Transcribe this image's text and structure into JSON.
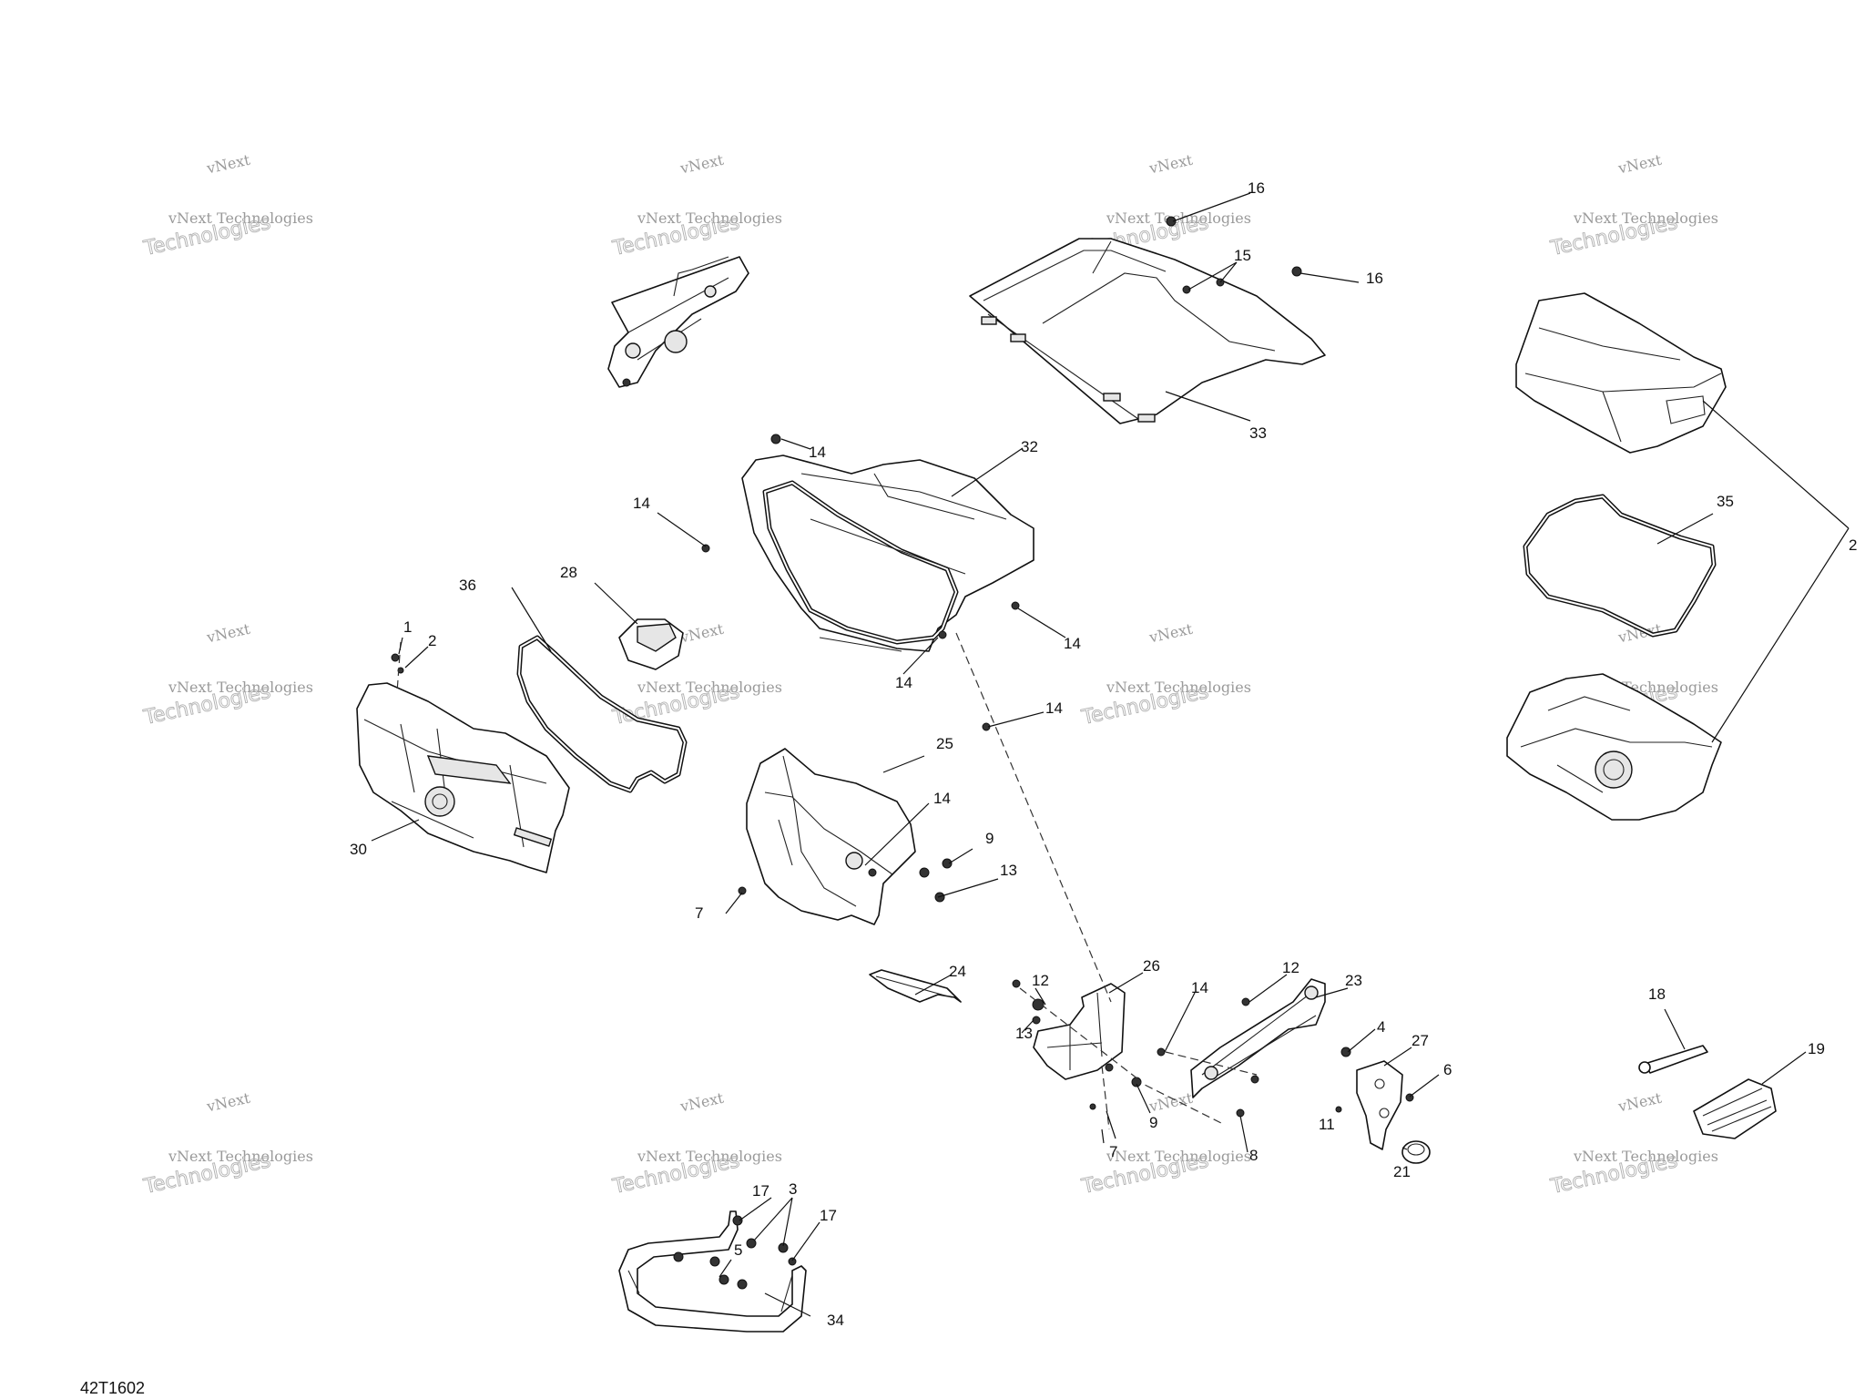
{
  "diagram_code": "42T1602",
  "watermark": {
    "line1": "vNext",
    "line2": "vNext Technologies",
    "line3": "Technologies"
  },
  "callouts": [
    "1",
    "2",
    "2",
    "3",
    "4",
    "5",
    "6",
    "7",
    "7",
    "8",
    "9",
    "9",
    "11",
    "12",
    "12",
    "13",
    "13",
    "14",
    "14",
    "14",
    "14",
    "14",
    "14",
    "14",
    "15",
    "16",
    "16",
    "17",
    "17",
    "18",
    "19",
    "21",
    "23",
    "24",
    "25",
    "26",
    "27",
    "28",
    "30",
    "32",
    "33",
    "34",
    "35",
    "36"
  ]
}
